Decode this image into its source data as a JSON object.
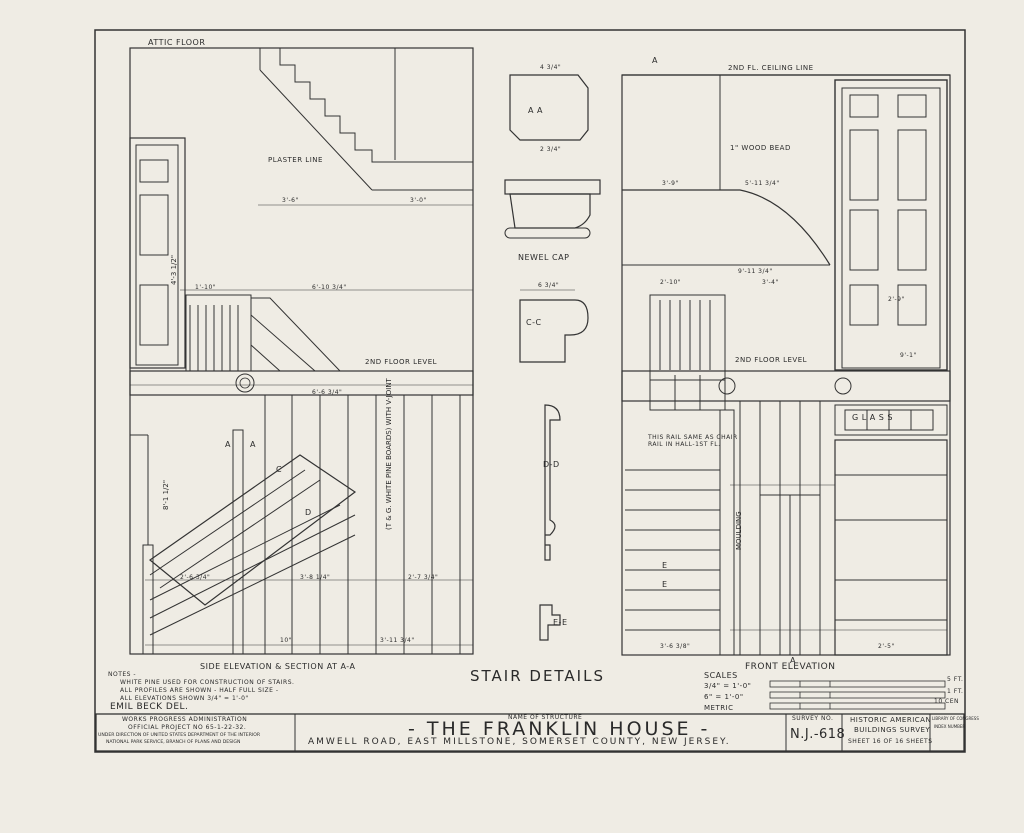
{
  "drawing": {
    "heading": "STAIR DETAILS",
    "left_view_title": "SIDE ELEVATION & SECTION AT A-A",
    "right_view_title": "FRONT ELEVATION",
    "labels": {
      "attic_floor": "ATTIC FLOOR",
      "plaster_line": "PLASTER LINE",
      "second_floor_level_left": "2ND FLOOR LEVEL",
      "second_floor_level_right": "2ND FLOOR LEVEL",
      "ceiling_line": "2ND FL. CEILING LINE",
      "wood_bead": "1\" WOOD BEAD",
      "newel_cap": "NEWEL CAP",
      "section_aa": "A   A",
      "section_cc": "C-C",
      "section_dd": "D-D",
      "section_ee": "E-E",
      "marker_a_left": "A",
      "marker_a_left2": "A",
      "marker_a_top": "A",
      "marker_a_bottom": "A",
      "marker_c": "C",
      "marker_d": "D",
      "marker_e1": "E",
      "marker_e2": "E",
      "glass": "G L A S S",
      "boards": "(T & G. WHITE PINE BOARDS) WITH V-JOINT",
      "rail_note": "THIS RAIL SAME AS CHAIR RAIL IN HALL-1ST FL.",
      "moulding": "MOULDING"
    },
    "dimensions": {
      "d1": "3'-6\"",
      "d2": "3'-0\"",
      "d3": "6'-10 3/4\"",
      "d4": "1'-10\"",
      "d5": "6'-6 3/4\"",
      "d6": "2'-6 3/4\"",
      "d7": "3'-8 1/4\"",
      "d8": "2'-7 3/4\"",
      "d9": "8'-1 1/2\"",
      "d10": "4'-3 1/2\"",
      "d11": "9'-11 3/4\"",
      "d12": "3'-4\"",
      "d13": "2'-10\"",
      "d14": "5'-11 3/4\"",
      "d15": "3'-9\"",
      "d16": "3'-6 3/8\"",
      "d17": "2'-5\"",
      "d18": "4 3/4\"",
      "d19": "2 3/4\"",
      "d20": "6 3/4\"",
      "d21": "2'-9\"",
      "d22": "3'-11 3/4\"",
      "d23": "10\"",
      "d24": "9'-1\""
    },
    "notes": {
      "heading": "NOTES -",
      "line1": "WHITE PINE USED FOR CONSTRUCTION OF STAIRS.",
      "line2": "ALL PROFILES ARE SHOWN - HALF FULL SIZE -",
      "line3": "ALL ELEVATIONS SHOWN 3/4\" = 1'-0\""
    },
    "scales": {
      "heading": "SCALES",
      "scale1": "3/4\" = 1'-0\"",
      "scale2": "6\" = 1'-0\"",
      "metric": "METRIC",
      "unit1": "5 FT.",
      "unit2": "1 FT.",
      "unit3": "10 CEN"
    }
  },
  "title_block": {
    "delineator": "EMIL BECK  DEL.",
    "wpa_line1": "WORKS PROGRESS ADMINISTRATION",
    "wpa_line2": "OFFICIAL PROJECT NO 65-1-22-32.",
    "wpa_line3": "UNDER DIRECTION OF UNITED STATES DEPARTMENT OF THE INTERIOR",
    "wpa_line4": "NATIONAL PARK SERVICE, BRANCH OF PLANS AND DESIGN",
    "name_label": "NAME OF STRUCTURE",
    "structure_name": "- THE FRANKLIN HOUSE -",
    "address": "AMWELL ROAD, EAST MILLSTONE, SOMERSET COUNTY, NEW JERSEY.",
    "survey_label": "SURVEY NO.",
    "survey_no": "N.J.-618",
    "habs_line1": "HISTORIC AMERICAN",
    "habs_line2": "BUILDINGS SURVEY",
    "sheet_info": "SHEET 16 OF 16 SHEETS",
    "library_line1": "LIBRARY OF CONGRESS",
    "library_line2": "INDEX NUMBER"
  }
}
